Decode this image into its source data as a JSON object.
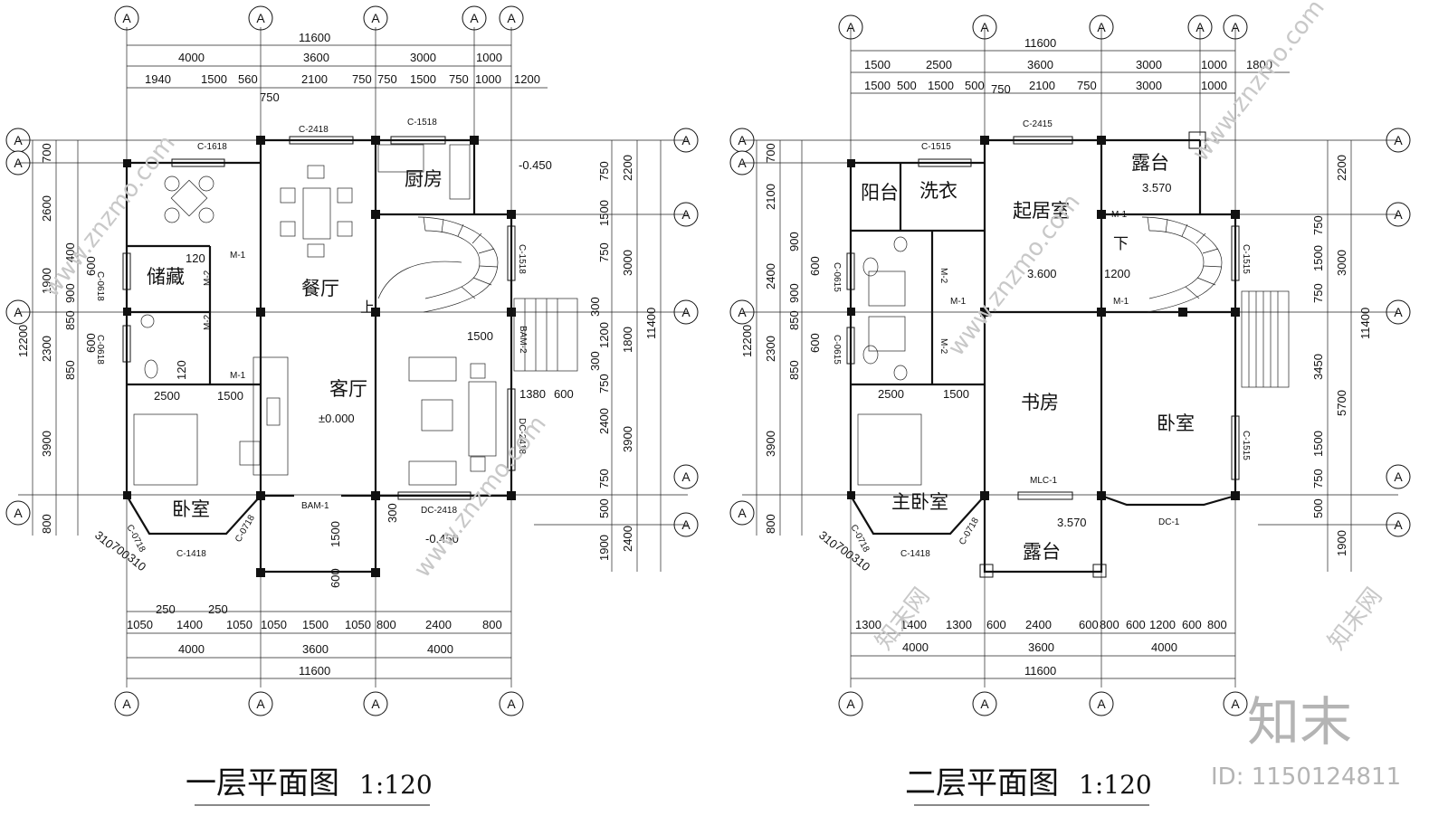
{
  "floor1": {
    "title": "一层平面图",
    "scale": "1:120",
    "axis_label": "A",
    "rooms": {
      "storage": "储藏",
      "dining": "餐厅",
      "kitchen": "厨房",
      "living": "客厅",
      "bedroom": "卧室"
    },
    "labels": {
      "elev_living": "±0.000",
      "elev_outside_top": "-0.450",
      "elev_outside_bottom": "-0.450",
      "up": "上",
      "win_c2418": "C-2418",
      "win_c1518": "C-1518",
      "win_c1618": "C-1618",
      "win_c0618_a": "C-0618",
      "win_c0618_b": "C-0618",
      "win_c1518_side": "C-1518",
      "win_c1418": "C-1418",
      "win_c0718_a": "C-0718",
      "win_c0718_b": "C-0718",
      "door_m1_a": "M-1",
      "door_m1_b": "M-1",
      "door_m2_a": "M-2",
      "door_m2_b": "M-2",
      "door_bam1": "BAM-1",
      "door_bam2": "BAM-2",
      "door_dc2418_side": "DC-2418",
      "door_dc2418_bottom": "DC-2418"
    },
    "dims_top": {
      "total": "11600",
      "row1": [
        "4000",
        "3600",
        "3000",
        "1000"
      ],
      "row2": [
        "1940",
        "1500",
        "560",
        "2100",
        "750",
        "750",
        "1500",
        "750",
        "1000",
        "1200"
      ],
      "extra": "750"
    },
    "dims_bottom": {
      "row1": [
        "1050",
        "1400",
        "1050",
        "1050",
        "1500",
        "1050",
        "800",
        "2400",
        "800"
      ],
      "row1_small": [
        "250",
        "250"
      ],
      "row2": [
        "4000",
        "3600",
        "4000"
      ],
      "total": "11600"
    },
    "dims_left": {
      "total": "12200",
      "row1": [
        "700",
        "2600",
        "1900",
        "2300",
        "3900",
        "800"
      ],
      "row2": [
        "400",
        "600",
        "900",
        "850",
        "600",
        "850"
      ]
    },
    "dims_right": {
      "total": "11400",
      "row1": [
        "2200",
        "3000",
        "1800",
        "3900",
        "2400"
      ],
      "row2": [
        "750",
        "1500",
        "750",
        "300",
        "1200",
        "300",
        "750",
        "2400",
        "750",
        "500",
        "1900"
      ]
    },
    "dims_inner": [
      "120",
      "120",
      "2500",
      "1500",
      "1500",
      "1380",
      "600",
      "1500",
      "600",
      "300",
      "310",
      "700",
      "310"
    ]
  },
  "floor2": {
    "title": "二层平面图",
    "scale": "1:120",
    "axis_label": "A",
    "rooms": {
      "balcony": "阳台",
      "laundry": "洗衣",
      "lounge": "起居室",
      "terrace_top": "露台",
      "study": "书房",
      "bedroom": "卧室",
      "master_bedroom": "主卧室",
      "terrace_bottom": "露台"
    },
    "labels": {
      "elev_lounge": "3.600",
      "elev_terrace_top": "3.570",
      "elev_terrace_bottom": "3.570",
      "down": "下",
      "win_c2415": "C-2415",
      "win_c1515_a": "C-1515",
      "win_c1515_b": "C-1515",
      "win_c1515_c": "C-1515",
      "win_c0615_a": "C-0615",
      "win_c0615_b": "C-0615",
      "win_c1418": "C-1418",
      "win_c0718_a": "C-0718",
      "win_c0718_b": "C-0718",
      "door_m1_a": "M-1",
      "door_m1_b": "M-1",
      "door_m1_c": "M-1",
      "door_m2_a": "M-2",
      "door_m2_b": "M-2",
      "door_mlc1": "MLC-1",
      "door_dc1": "DC-1"
    },
    "dims_top": {
      "total": "11600",
      "row1": [
        "1500",
        "2500",
        "3600",
        "3000",
        "1000",
        "1800"
      ],
      "row2": [
        "1500",
        "500",
        "1500",
        "500",
        "750",
        "2100",
        "750",
        "3000",
        "1000"
      ]
    },
    "dims_bottom": {
      "row1": [
        "1300",
        "1400",
        "1300",
        "600",
        "2400",
        "600",
        "800",
        "600",
        "1200",
        "600",
        "800"
      ],
      "row2": [
        "4000",
        "3600",
        "4000"
      ],
      "total": "11600"
    },
    "dims_left": {
      "total": "12200",
      "row1": [
        "700",
        "2100",
        "2400",
        "2300",
        "3900",
        "800"
      ],
      "row2": [
        "900",
        "600",
        "900",
        "850",
        "600",
        "850"
      ]
    },
    "dims_right": {
      "total": "11400",
      "row1": [
        "2200",
        "3000",
        "5700",
        "1900"
      ],
      "row2": [
        "750",
        "1500",
        "750",
        "3450",
        "1500",
        "750",
        "500"
      ]
    },
    "dims_inner": [
      "2500",
      "1500",
      "1200",
      "310",
      "700",
      "310"
    ]
  },
  "watermark": {
    "site": "www.znzmo.com",
    "brand_cn": "知末网",
    "logo": "知末",
    "id": "ID: 1150124811"
  }
}
